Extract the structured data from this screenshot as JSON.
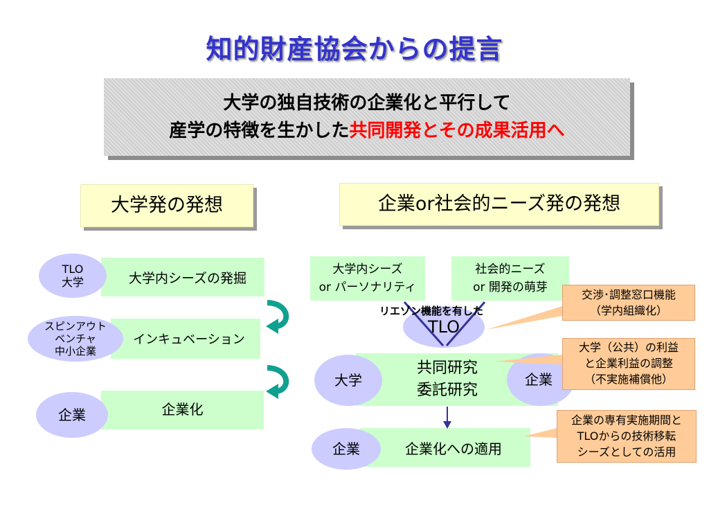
{
  "title": "知的財産協会からの提言",
  "banner": {
    "line1": "大学の独自技術の企業化と平行して",
    "line2_black": "産学の特徴を生かした",
    "line2_red": "共同開発とその成果活用へ"
  },
  "left": {
    "header": "大学発の発想",
    "rows": [
      {
        "ellipse": "TLO\n大学",
        "box": "大学内シーズの発掘"
      },
      {
        "ellipse": "スピンアウト\nベンチャ\n中小企業",
        "box": "インキュベーション"
      },
      {
        "ellipse": "企業",
        "box": "企業化"
      }
    ]
  },
  "right": {
    "header": "企業or社会的ニーズ発の発想",
    "seeds_box": "大学内シーズ\nor パーソナリティ",
    "needs_box": "社会的ニーズ\nor 開発の萌芽",
    "liaison_label": "リエゾン機能を有した",
    "tlo": "TLO",
    "univ": "大学",
    "company": "企業",
    "joint_research": "共同研究\n委託研究",
    "company2": "企業",
    "application": "企業化への適用"
  },
  "callouts": [
    "交渉･調整窓口機能\n（学内組織化）",
    "大学（公共）の利益\nと企業利益の調整\n（不実施補償他）",
    "企業の専有実施期間と\nTLOからの技術移転\nシーズとしての活用"
  ],
  "colors": {
    "title": "#3333cc",
    "highlight": "#ff0000",
    "ellipse": "#ccccff",
    "green_box": "#ccffcc",
    "header_box": "#ffffcc",
    "callout": "#ffcc99",
    "arrow_teal": "#10a090",
    "arrow_navy": "#333399"
  }
}
